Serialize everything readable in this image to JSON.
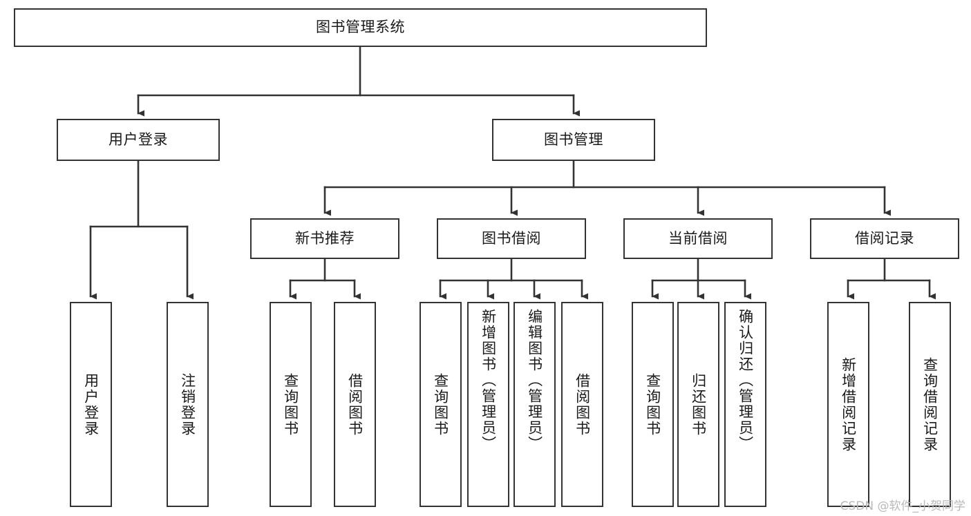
{
  "diagram": {
    "type": "tree",
    "title": "图书管理系统",
    "orientation": "top-down",
    "line_color": "#333333",
    "box_fill": "#ffffff",
    "text_color": "#1a1a1a",
    "nodes": {
      "root": {
        "label": "图书管理系统",
        "level": 1,
        "text_direction": "horizontal"
      },
      "n_user_login": {
        "label": "用户登录",
        "level": 2,
        "text_direction": "horizontal"
      },
      "n_book_mgmt": {
        "label": "图书管理",
        "level": 2,
        "text_direction": "horizontal"
      },
      "n_new_book_rec": {
        "label": "新书推荐",
        "level": 3,
        "text_direction": "horizontal"
      },
      "n_book_borrow": {
        "label": "图书借阅",
        "level": 3,
        "text_direction": "horizontal"
      },
      "n_current_borrow": {
        "label": "当前借阅",
        "level": 3,
        "text_direction": "horizontal"
      },
      "n_borrow_record": {
        "label": "借阅记录",
        "level": 3,
        "text_direction": "horizontal"
      },
      "l_user_login": {
        "label": "用户登录",
        "level": 4,
        "text_direction": "vertical"
      },
      "l_user_logout": {
        "label": "注销登录",
        "level": 4,
        "text_direction": "vertical"
      },
      "l_rec_query": {
        "label": "查询图书",
        "level": 4,
        "text_direction": "vertical"
      },
      "l_rec_borrow": {
        "label": "借阅图书",
        "level": 4,
        "text_direction": "vertical"
      },
      "l_bb_query": {
        "label": "查询图书",
        "level": 4,
        "text_direction": "vertical"
      },
      "l_bb_add": {
        "label": "新增图书（管理员）",
        "level": 4,
        "text_direction": "vertical"
      },
      "l_bb_edit": {
        "label": "编辑图书（管理员）",
        "level": 4,
        "text_direction": "vertical"
      },
      "l_bb_borrow": {
        "label": "借阅图书",
        "level": 4,
        "text_direction": "vertical"
      },
      "l_cb_query": {
        "label": "查询图书",
        "level": 4,
        "text_direction": "vertical"
      },
      "l_cb_return": {
        "label": "归还图书",
        "level": 4,
        "text_direction": "vertical"
      },
      "l_cb_confirm": {
        "label": "确认归还（管理员）",
        "level": 4,
        "text_direction": "vertical"
      },
      "l_br_add": {
        "label": "新增借阅记录",
        "level": 4,
        "text_direction": "vertical"
      },
      "l_br_query": {
        "label": "查询借阅记录",
        "level": 4,
        "text_direction": "vertical"
      }
    },
    "edges": [
      {
        "from": "root",
        "to": "n_user_login"
      },
      {
        "from": "root",
        "to": "n_book_mgmt"
      },
      {
        "from": "n_book_mgmt",
        "to": "n_new_book_rec"
      },
      {
        "from": "n_book_mgmt",
        "to": "n_book_borrow"
      },
      {
        "from": "n_book_mgmt",
        "to": "n_current_borrow"
      },
      {
        "from": "n_book_mgmt",
        "to": "n_borrow_record"
      },
      {
        "from": "n_user_login",
        "to": "l_user_login"
      },
      {
        "from": "n_user_login",
        "to": "l_user_logout"
      },
      {
        "from": "n_new_book_rec",
        "to": "l_rec_query"
      },
      {
        "from": "n_new_book_rec",
        "to": "l_rec_borrow"
      },
      {
        "from": "n_book_borrow",
        "to": "l_bb_query"
      },
      {
        "from": "n_book_borrow",
        "to": "l_bb_add"
      },
      {
        "from": "n_book_borrow",
        "to": "l_bb_edit"
      },
      {
        "from": "n_book_borrow",
        "to": "l_bb_borrow"
      },
      {
        "from": "n_current_borrow",
        "to": "l_cb_query"
      },
      {
        "from": "n_current_borrow",
        "to": "l_cb_return"
      },
      {
        "from": "n_current_borrow",
        "to": "l_cb_confirm"
      },
      {
        "from": "n_borrow_record",
        "to": "l_br_add"
      },
      {
        "from": "n_borrow_record",
        "to": "l_br_query"
      }
    ]
  },
  "watermark": {
    "text": "CSDN @软件_小贺同学"
  }
}
